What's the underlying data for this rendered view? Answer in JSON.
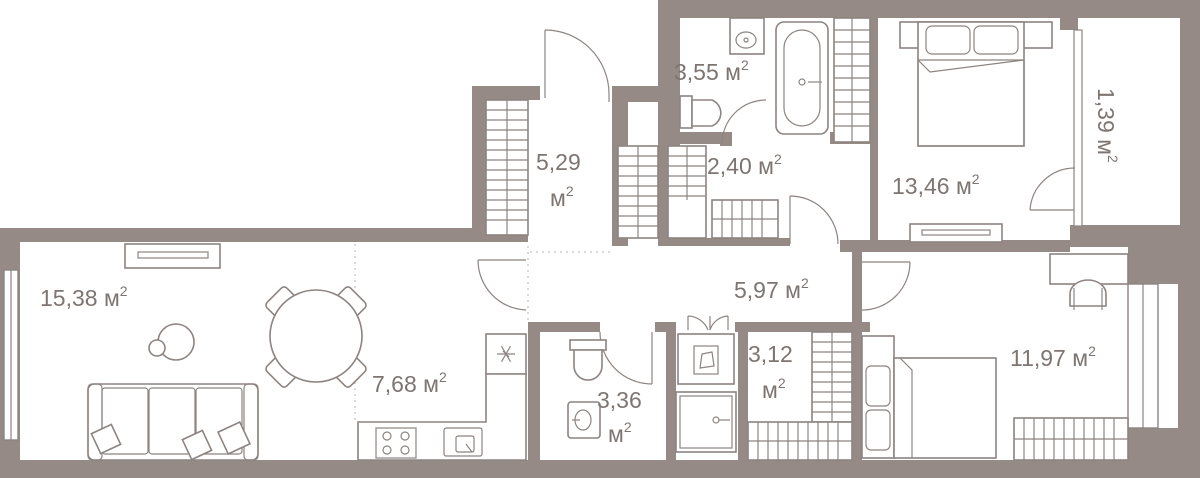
{
  "rooms": [
    {
      "id": "living",
      "value": "15,38",
      "unit": "м",
      "exp": "2"
    },
    {
      "id": "kitchen",
      "value": "7,68",
      "unit": "м",
      "exp": "2"
    },
    {
      "id": "wardrobe-left",
      "value": "5,29",
      "unit": "м",
      "exp": "2"
    },
    {
      "id": "bath-main",
      "value": "3,55",
      "unit": "м",
      "exp": "2"
    },
    {
      "id": "dressing",
      "value": "2,40",
      "unit": "м",
      "exp": "2"
    },
    {
      "id": "bedroom-1",
      "value": "13,46",
      "unit": "м",
      "exp": "2"
    },
    {
      "id": "balcony",
      "value": "1,39",
      "unit": "м",
      "exp": "2"
    },
    {
      "id": "hall",
      "value": "5,97",
      "unit": "м",
      "exp": "2"
    },
    {
      "id": "bath-small",
      "value": "3,36",
      "unit": "м",
      "exp": "2"
    },
    {
      "id": "closet",
      "value": "3,12",
      "unit": "м",
      "exp": "2"
    },
    {
      "id": "bedroom-2",
      "value": "11,97",
      "unit": "м",
      "exp": "2"
    }
  ],
  "icons": [
    "snowflake-icon",
    "sink-icon",
    "toilet-icon",
    "bathtub-icon",
    "bed-icon",
    "sofa-icon",
    "dining-table-icon",
    "stove-icon",
    "washing-machine-icon",
    "desk-chair-icon",
    "wardrobe-icon"
  ],
  "colors": {
    "wall": "#958a86",
    "line": "#8c8480",
    "text": "#7d7571"
  }
}
